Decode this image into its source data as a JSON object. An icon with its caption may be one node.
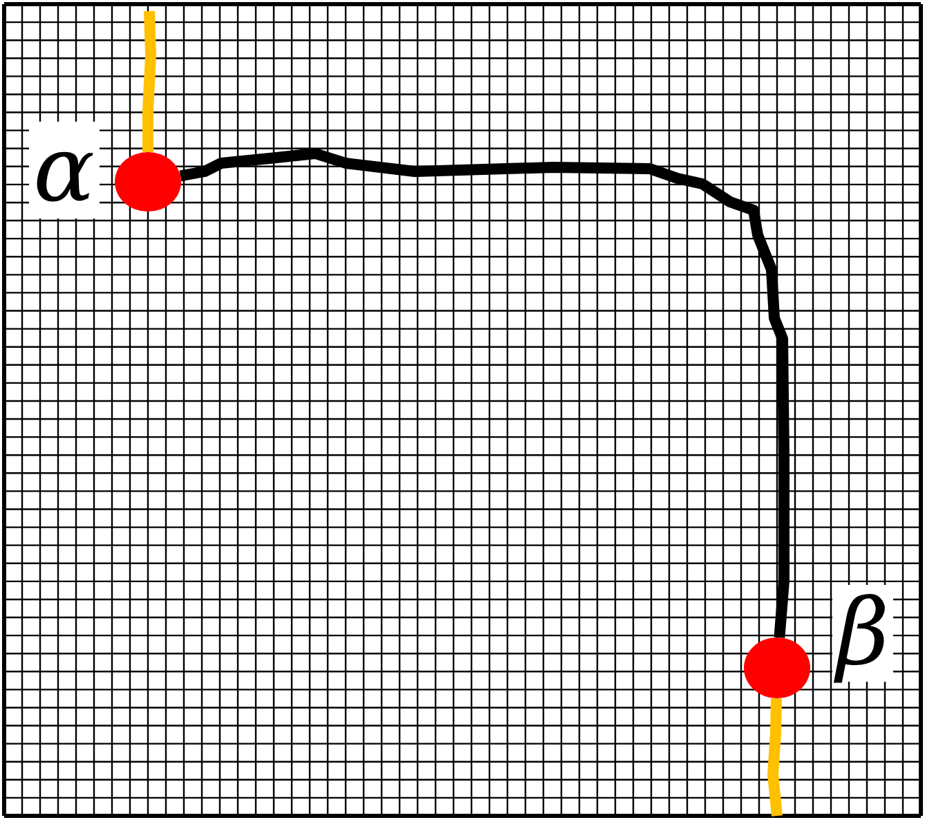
{
  "diagram": {
    "nodes": [
      {
        "text": [],
        "shape": "circle",
        "beside": [
          "α"
        ]
      },
      {
        "text": [],
        "shape": "circle",
        "beside": [
          "β"
        ]
      }
    ],
    "edges": [
      {
        "from": null,
        "to": 0,
        "arrow": "none",
        "color": "#ffc000"
      },
      {
        "from": 0,
        "to": 1,
        "arrow": "none",
        "color": "#000000"
      },
      {
        "from": 1,
        "to": null,
        "arrow": "none",
        "color": "#ffc000"
      }
    ]
  }
}
